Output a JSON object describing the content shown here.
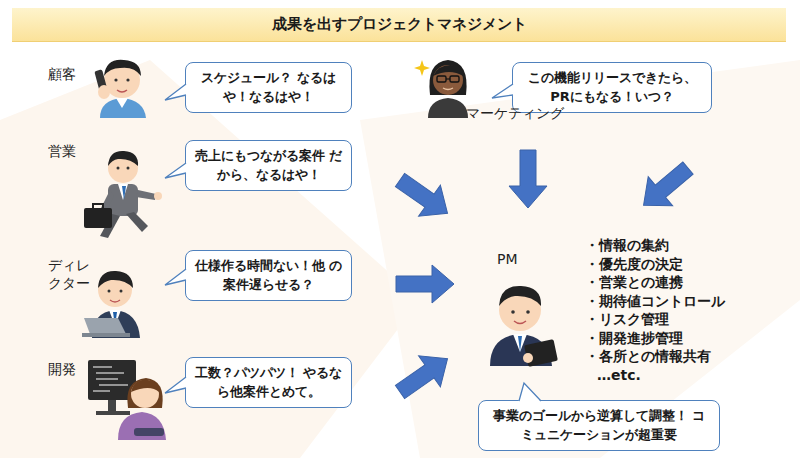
{
  "diagram": {
    "title": "成果を出すプロジェクトマネジメント",
    "nodes": [
      {
        "text": [
          "スケジュール？ なるはや！なるはや！"
        ]
      },
      {
        "text": [
          "この機能リリースできたら、 PRにもなる！いつ？"
        ]
      },
      {
        "text": [
          "売上にもつながる案件 だから、なるはや！"
        ]
      },
      {
        "text": [
          "仕様作る時間ない！他 の案件遅らせる？"
        ]
      },
      {
        "text": [
          "工数？パツパツ！ やるなら他案件とめて。"
        ]
      },
      {
        "text": [
          "事業のゴールから逆算して調整！ コミュニケーションが超重要"
        ]
      }
    ],
    "labels": [
      "顧客",
      "マーケティング",
      "営業",
      "ディレ クター",
      "開発",
      "PM",
      "・情報の集約",
      "・優先度の決定",
      "・営業との連携",
      "・期待値コントロール",
      "・リスク管理",
      "・開発進捗管理",
      "・各所との情報共有",
      "…etc."
    ]
  }
}
